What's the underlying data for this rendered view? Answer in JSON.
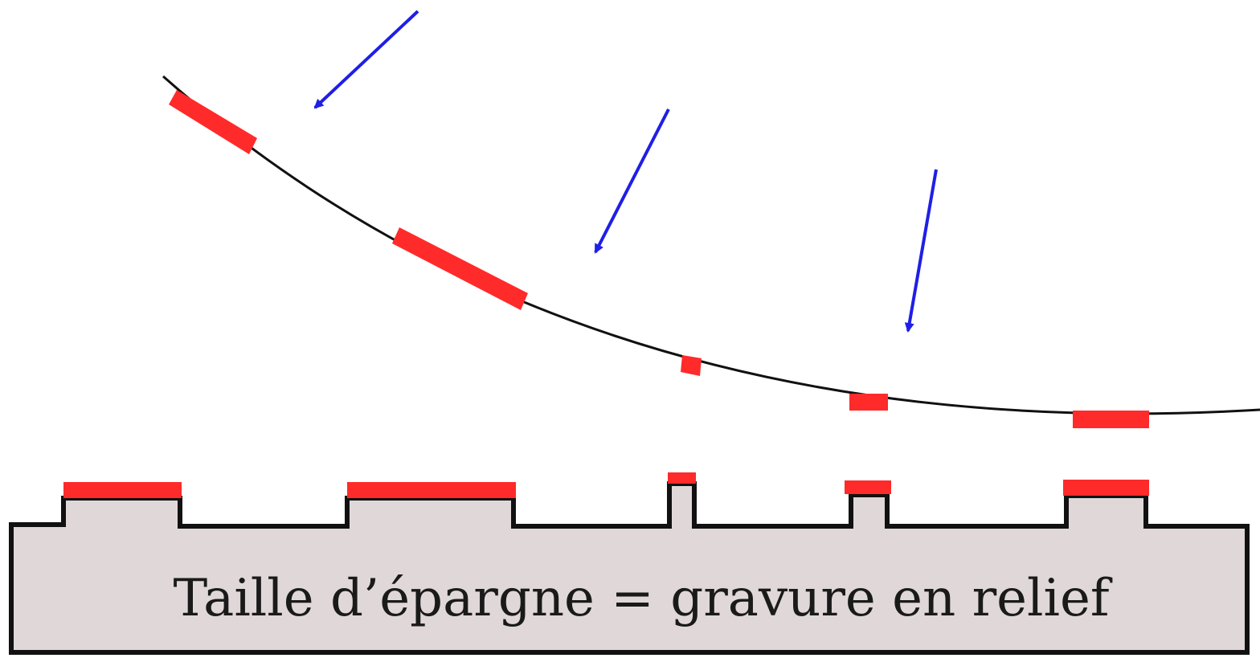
{
  "caption": "Taille d’épargne = gravure en relief",
  "colors": {
    "ink": "#ff2a2a",
    "arrow": "#1f1fe6",
    "block_fill": "#e0d8d8",
    "outline": "#111111",
    "background": "#ffffff"
  },
  "icons": {
    "arrow": "arrow-down-left-icon",
    "ink_patch": "ink-patch-shape",
    "paper": "paper-sheet-line"
  }
}
